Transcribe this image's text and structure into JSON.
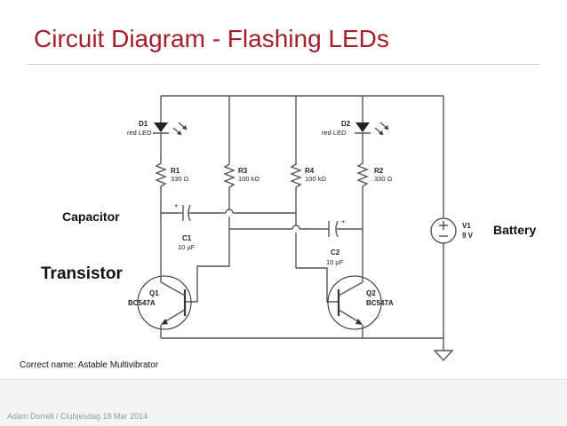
{
  "slide": {
    "title": "Circuit Diagram - Flashing LEDs",
    "footer": "Adam Dorrell / Clubjesdag 18 Mar 2014",
    "note": "Correct name: Astable Multivibrator"
  },
  "annotations": {
    "capacitor": "Capacitor",
    "battery": "Battery",
    "transistor": "Transistor"
  },
  "components": {
    "d1": {
      "ref": "D1",
      "value": "red LED"
    },
    "d2": {
      "ref": "D2",
      "value": "red LED"
    },
    "r1": {
      "ref": "R1",
      "value": "330 Ω"
    },
    "r2": {
      "ref": "R2",
      "value": "330 Ω"
    },
    "r3": {
      "ref": "R3",
      "value": "100 kΩ"
    },
    "r4": {
      "ref": "R4",
      "value": "100 kΩ"
    },
    "c1": {
      "ref": "C1",
      "value": "10 µF"
    },
    "c2": {
      "ref": "C2",
      "value": "10 µF"
    },
    "q1": {
      "ref": "Q1",
      "value": "BC547A"
    },
    "q2": {
      "ref": "Q2",
      "value": "BC547A"
    },
    "v1": {
      "ref": "V1",
      "value": "9 V"
    }
  },
  "colors": {
    "title": "#a3202a",
    "wire": "#555555"
  }
}
